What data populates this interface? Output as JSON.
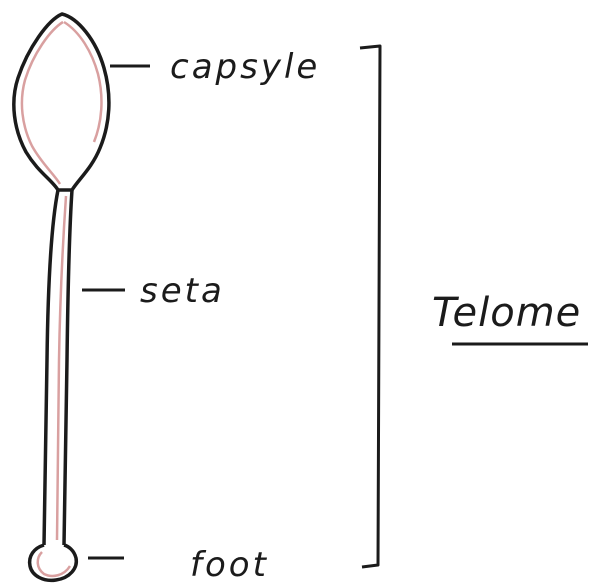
{
  "diagram": {
    "labels": {
      "capsule": "capsyle",
      "seta": "seta",
      "foot": "foot"
    },
    "group_label": "Telome",
    "colors": {
      "ink": "#1b1b1b",
      "outline_pink": "#d9a0a0",
      "background": "#ffffff"
    }
  }
}
